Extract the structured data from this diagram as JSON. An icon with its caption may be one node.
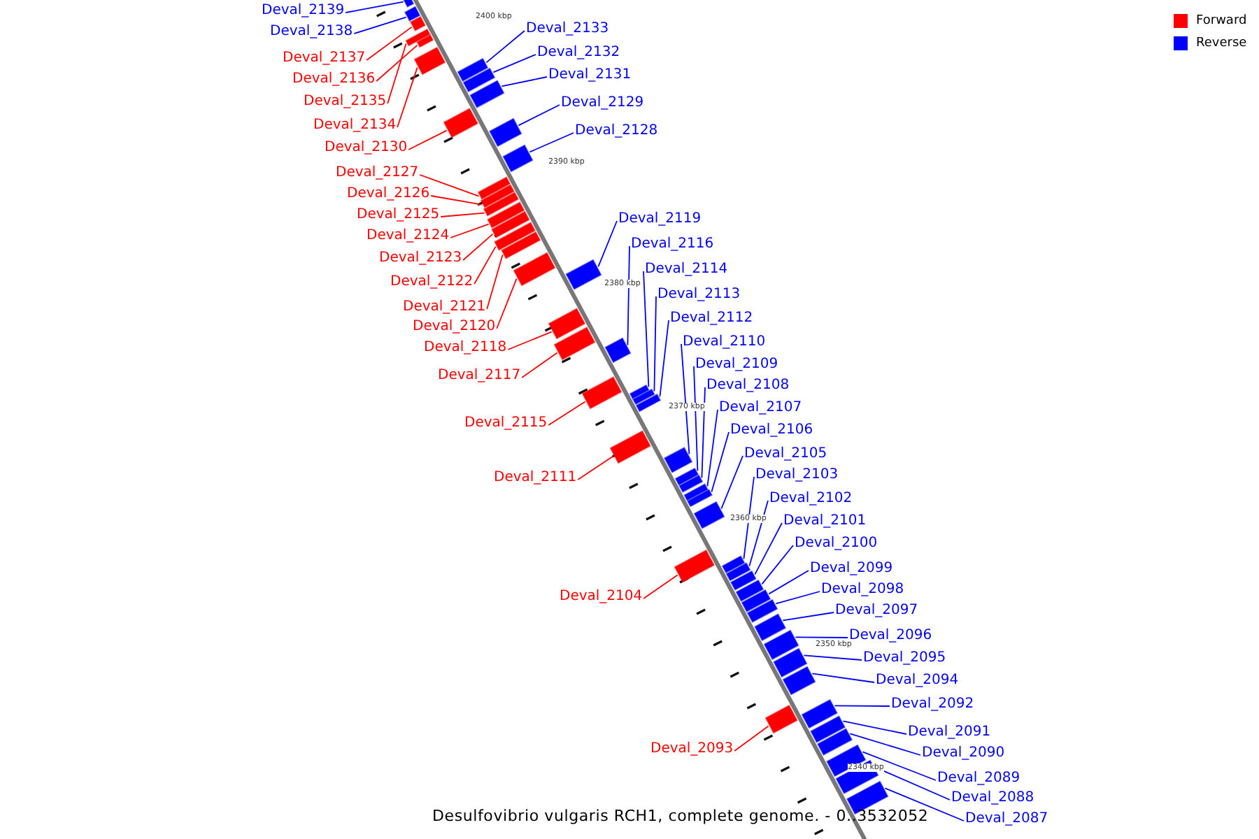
{
  "diagram": {
    "caption": "Desulfovibrio vulgaris RCH1, complete genome. - 0..3532052",
    "nodes": [
      {
        "text": [
          "Deval_2139"
        ]
      },
      {
        "text": [
          "Deval_2133"
        ]
      },
      {
        "text": [
          "Deval_2138"
        ]
      },
      {
        "text": [
          "Deval_2132"
        ]
      },
      {
        "text": [
          "Deval_2137"
        ]
      },
      {
        "text": [
          "Deval_2131"
        ]
      },
      {
        "text": [
          "Deval_2136"
        ]
      },
      {
        "text": [
          "Deval_2135"
        ]
      },
      {
        "text": [
          "Deval_2129"
        ]
      },
      {
        "text": [
          "Deval_2134"
        ]
      },
      {
        "text": [
          "Deval_2128"
        ]
      },
      {
        "text": [
          "Deval_2130"
        ]
      },
      {
        "text": [
          "Deval_2127"
        ]
      },
      {
        "text": [
          "Deval_2126"
        ]
      },
      {
        "text": [
          "Deval_2125"
        ]
      },
      {
        "text": [
          "Deval_2119"
        ]
      },
      {
        "text": [
          "Deval_2124"
        ]
      },
      {
        "text": [
          "Deval_2116"
        ]
      },
      {
        "text": [
          "Deval_2123"
        ]
      },
      {
        "text": [
          "Deval_2114"
        ]
      },
      {
        "text": [
          "Deval_2122"
        ]
      },
      {
        "text": [
          "Deval_2113"
        ]
      },
      {
        "text": [
          "Deval_2121"
        ]
      },
      {
        "text": [
          "Deval_2112"
        ]
      },
      {
        "text": [
          "Deval_2120"
        ]
      },
      {
        "text": [
          "Deval_2110"
        ]
      },
      {
        "text": [
          "Deval_2118"
        ]
      },
      {
        "text": [
          "Deval_2109"
        ]
      },
      {
        "text": [
          "Deval_2117"
        ]
      },
      {
        "text": [
          "Deval_2108"
        ]
      },
      {
        "text": [
          "Deval_2107"
        ]
      },
      {
        "text": [
          "Deval_2115"
        ]
      },
      {
        "text": [
          "Deval_2106"
        ]
      },
      {
        "text": [
          "Deval_2105"
        ]
      },
      {
        "text": [
          "Deval_2103"
        ]
      },
      {
        "text": [
          "Deval_2111"
        ]
      },
      {
        "text": [
          "Deval_2102"
        ]
      },
      {
        "text": [
          "Deval_2101"
        ]
      },
      {
        "text": [
          "Deval_2100"
        ]
      },
      {
        "text": [
          "Deval_2099"
        ]
      },
      {
        "text": [
          "Deval_2098"
        ]
      },
      {
        "text": [
          "Deval_2104"
        ]
      },
      {
        "text": [
          "Deval_2097"
        ]
      },
      {
        "text": [
          "Deval_2096"
        ]
      },
      {
        "text": [
          "Deval_2095"
        ]
      },
      {
        "text": [
          "Deval_2094"
        ]
      },
      {
        "text": [
          "Deval_2092"
        ]
      },
      {
        "text": [
          "Deval_2091"
        ]
      },
      {
        "text": [
          "Deval_2093"
        ]
      },
      {
        "text": [
          "Deval_2090"
        ]
      },
      {
        "text": [
          "Deval_2089"
        ]
      },
      {
        "text": [
          "Deval_2088"
        ]
      },
      {
        "text": [
          "Deval_2087"
        ]
      },
      {
        "text": [],
        "shape": "box"
      },
      {
        "text": [],
        "shape": "box"
      },
      {
        "text": [],
        "shape": "box"
      },
      {
        "text": [],
        "shape": "box"
      },
      {
        "text": [],
        "shape": "box"
      },
      {
        "text": [],
        "shape": "box"
      },
      {
        "text": [],
        "shape": "box"
      },
      {
        "text": [],
        "shape": "box"
      },
      {
        "text": [],
        "shape": "box"
      },
      {
        "text": [],
        "shape": "box"
      },
      {
        "text": [],
        "shape": "box"
      },
      {
        "text": [],
        "shape": "box"
      },
      {
        "text": [],
        "shape": "box"
      },
      {
        "text": [],
        "shape": "box"
      },
      {
        "text": [],
        "shape": "box"
      },
      {
        "text": [],
        "shape": "box"
      },
      {
        "text": [],
        "shape": "box"
      },
      {
        "text": [],
        "shape": "box"
      },
      {
        "text": [],
        "shape": "box"
      },
      {
        "text": [],
        "shape": "box"
      },
      {
        "text": [],
        "shape": "box"
      },
      {
        "text": [],
        "shape": "box"
      },
      {
        "text": [],
        "shape": "box"
      },
      {
        "text": [],
        "shape": "box"
      },
      {
        "text": [],
        "shape": "box"
      },
      {
        "text": [],
        "shape": "box"
      },
      {
        "text": [],
        "shape": "box"
      },
      {
        "text": [],
        "shape": "box"
      },
      {
        "text": [],
        "shape": "box"
      },
      {
        "text": [],
        "shape": "box"
      },
      {
        "text": [],
        "shape": "box"
      },
      {
        "text": [],
        "shape": "box"
      },
      {
        "text": [],
        "shape": "box"
      },
      {
        "text": [],
        "shape": "box"
      },
      {
        "text": [],
        "shape": "box"
      },
      {
        "text": [],
        "shape": "box"
      },
      {
        "text": [],
        "shape": "box"
      },
      {
        "text": [],
        "shape": "box"
      },
      {
        "text": [],
        "shape": "box"
      },
      {
        "text": [],
        "shape": "box"
      },
      {
        "text": [],
        "shape": "box"
      },
      {
        "text": [],
        "shape": "box"
      },
      {
        "text": [],
        "shape": "box"
      },
      {
        "text": [],
        "shape": "box"
      },
      {
        "text": [],
        "shape": "box"
      },
      {
        "text": [],
        "shape": "box"
      },
      {
        "text": [],
        "shape": "box"
      },
      {
        "text": [],
        "shape": "box"
      },
      {
        "text": [],
        "shape": "box"
      },
      {
        "text": [],
        "shape": "box"
      },
      {
        "text": [],
        "shape": "box"
      },
      {
        "text": [],
        "shape": "box"
      },
      {
        "text": [],
        "shape": "box"
      }
    ],
    "edges": [
      {
        "from": 0,
        "to": 53,
        "arrow": "none"
      },
      {
        "from": 1,
        "to": 54,
        "arrow": "none"
      },
      {
        "from": 2,
        "to": 55,
        "arrow": "none"
      },
      {
        "from": 3,
        "to": 56,
        "arrow": "none"
      },
      {
        "from": 4,
        "to": 57,
        "arrow": "none",
        "color": "#ff0000"
      },
      {
        "from": 5,
        "to": 58,
        "arrow": "none"
      },
      {
        "from": 6,
        "to": 59,
        "arrow": "none",
        "color": "#ff0000"
      },
      {
        "from": 7,
        "to": 60,
        "arrow": "none",
        "color": "#ff0000"
      },
      {
        "from": 8,
        "to": 61,
        "arrow": "none"
      },
      {
        "from": 9,
        "to": 62,
        "arrow": "none",
        "color": "#ff0000"
      },
      {
        "from": 10,
        "to": 63,
        "arrow": "none"
      },
      {
        "from": 11,
        "to": 64,
        "arrow": "none",
        "color": "#ff0000"
      },
      {
        "from": 12,
        "to": 65,
        "arrow": "none",
        "color": "#ff0000"
      },
      {
        "from": 13,
        "to": 66,
        "arrow": "none",
        "color": "#ff0000"
      },
      {
        "from": 14,
        "to": 67,
        "arrow": "none",
        "color": "#ff0000"
      },
      {
        "from": 15,
        "to": 68,
        "arrow": "none"
      },
      {
        "from": 16,
        "to": 69,
        "arrow": "none",
        "color": "#ff0000"
      },
      {
        "from": 17,
        "to": 70,
        "arrow": "none"
      },
      {
        "from": 18,
        "to": 71,
        "arrow": "none",
        "color": "#ff0000"
      },
      {
        "from": 19,
        "to": 72,
        "arrow": "none"
      },
      {
        "from": 20,
        "to": 73,
        "arrow": "none",
        "color": "#ff0000"
      },
      {
        "from": 21,
        "to": 74,
        "arrow": "none"
      },
      {
        "from": 22,
        "to": 75,
        "arrow": "none",
        "color": "#ff0000"
      },
      {
        "from": 23,
        "to": 76,
        "arrow": "none"
      },
      {
        "from": 24,
        "to": 77,
        "arrow": "none",
        "color": "#ff0000"
      },
      {
        "from": 25,
        "to": 78,
        "arrow": "none"
      },
      {
        "from": 26,
        "to": 79,
        "arrow": "none",
        "color": "#ff0000"
      },
      {
        "from": 27,
        "to": 80,
        "arrow": "none"
      },
      {
        "from": 28,
        "to": 81,
        "arrow": "none",
        "color": "#ff0000"
      },
      {
        "from": 29,
        "to": 82,
        "arrow": "none"
      },
      {
        "from": 30,
        "to": 83,
        "arrow": "none"
      },
      {
        "from": 31,
        "to": 84,
        "arrow": "none",
        "color": "#ff0000"
      },
      {
        "from": 32,
        "to": 85,
        "arrow": "none"
      },
      {
        "from": 33,
        "to": 86,
        "arrow": "none"
      },
      {
        "from": 34,
        "to": 87,
        "arrow": "none"
      },
      {
        "from": 35,
        "to": 88,
        "arrow": "none",
        "color": "#ff0000"
      },
      {
        "from": 36,
        "to": 89,
        "arrow": "none"
      },
      {
        "from": 37,
        "to": 90,
        "arrow": "none"
      },
      {
        "from": 38,
        "to": 91,
        "arrow": "none"
      },
      {
        "from": 39,
        "to": 92,
        "arrow": "none"
      },
      {
        "from": 40,
        "to": 93,
        "arrow": "none"
      },
      {
        "from": 41,
        "to": 94,
        "arrow": "none",
        "color": "#ff0000"
      },
      {
        "from": 42,
        "to": 95,
        "arrow": "none"
      },
      {
        "from": 43,
        "to": 96,
        "arrow": "none"
      },
      {
        "from": 44,
        "to": 97,
        "arrow": "none"
      },
      {
        "from": 45,
        "to": 98,
        "arrow": "none"
      },
      {
        "from": 46,
        "to": 99,
        "arrow": "none"
      },
      {
        "from": 47,
        "to": 100,
        "arrow": "none"
      },
      {
        "from": 48,
        "to": 101,
        "arrow": "none",
        "color": "#ff0000"
      },
      {
        "from": 49,
        "to": 102,
        "arrow": "none"
      },
      {
        "from": 50,
        "to": 103,
        "arrow": "none"
      },
      {
        "from": 51,
        "to": 104,
        "arrow": "none"
      },
      {
        "from": 52,
        "to": 105,
        "arrow": "none"
      }
    ],
    "labels": [
      "2400 kbp",
      "2390 kbp",
      "2380 kbp",
      "2370 kbp",
      "2360 kbp",
      "2350 kbp",
      "2340 kbp"
    ],
    "legend": [
      {
        "text": "Forward",
        "color": "#ff0000"
      },
      {
        "text": "Reverse",
        "color": "#0000ff"
      }
    ]
  }
}
